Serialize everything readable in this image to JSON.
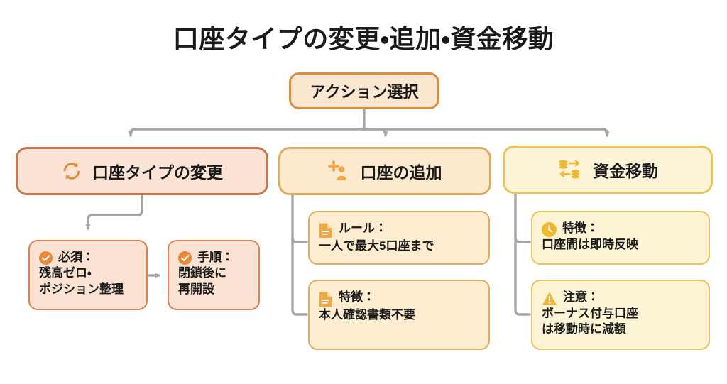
{
  "title": "口座タイプの変更・追加・資金移動",
  "root": {
    "label": "アクション選択"
  },
  "branches": [
    {
      "id": "change",
      "label": "口座タイプの変更",
      "icon": "refresh-cycle-icon",
      "border_color": "#cf7348",
      "fill_color": "#fbe4d6"
    },
    {
      "id": "add",
      "label": "口座の追加",
      "icon": "add-user-icon",
      "border_color": "#ddab62",
      "fill_color": "#fdeace"
    },
    {
      "id": "transfer",
      "label": "資金移動",
      "icon": "coins-transfer-icon",
      "border_color": "#e8c55a",
      "fill_color": "#fdf4d7"
    }
  ],
  "leaves": {
    "required": {
      "icon": "check-circle-icon",
      "lead": "必須：",
      "detail": "残高ゼロ・\nポジション整理"
    },
    "steps": {
      "icon": "check-circle-icon",
      "lead": "手順：",
      "detail": "閉鎖後に\n再開設"
    },
    "rule": {
      "icon": "document-icon",
      "lead": "ルール：",
      "detail": "一人で最大5口座まで"
    },
    "feature_add": {
      "icon": "document-icon",
      "lead": "特徴：",
      "detail": "本人確認書類不要"
    },
    "feature_transfer": {
      "icon": "clock-icon",
      "lead": "特徴：",
      "detail": "口座間は即時反映"
    },
    "caution": {
      "icon": "warning-triangle-icon",
      "lead": "注意：",
      "detail": "ボーナス付与口座\nは移動時に減額"
    }
  },
  "colors": {
    "connector": "#a6a6a6",
    "accent_orange": "#e68a3c",
    "accent_amber": "#efa845",
    "accent_gold": "#f0b731",
    "text": "#1a1a1a",
    "background": "#ffffff"
  }
}
